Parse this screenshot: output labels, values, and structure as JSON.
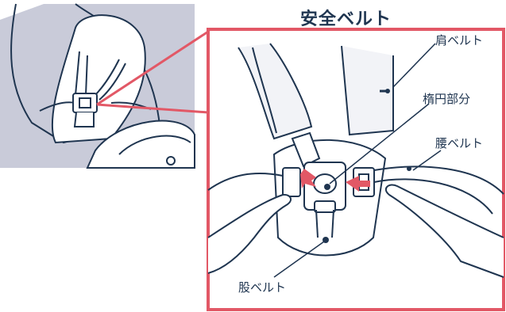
{
  "title": "安全ベルト",
  "labels": {
    "shoulder_belt": "肩ベルト",
    "buckle": "楕円部分",
    "lap_belt": "腰ベルト",
    "crotch_belt": "股ベルト"
  },
  "colors": {
    "line": "#1f3550",
    "accent": "#e25866",
    "seat_fill": "#c9cbd9",
    "belt_fill": "#f2f3f7",
    "panel_fill": "#ffffff"
  }
}
